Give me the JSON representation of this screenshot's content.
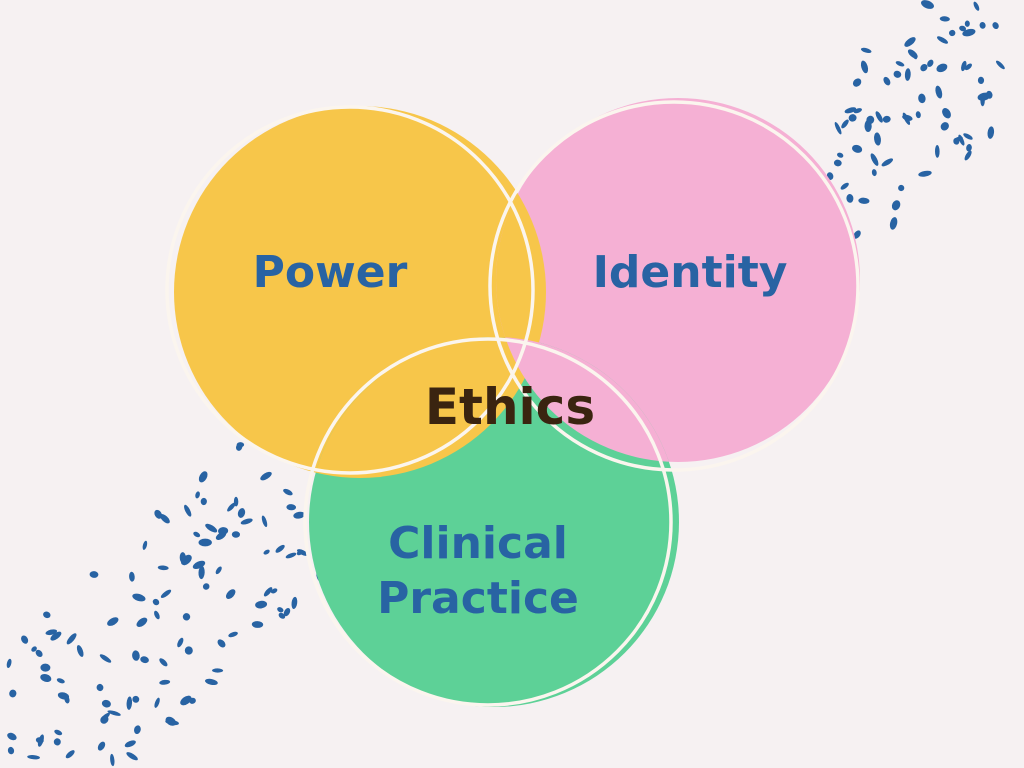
{
  "diagram": {
    "center_label": "Ethics",
    "circles": [
      {
        "id": "power",
        "label_lines": [
          "Power"
        ],
        "fill": "#f7c64a"
      },
      {
        "id": "identity",
        "label_lines": [
          "Identity"
        ],
        "fill": "#f5b0d4"
      },
      {
        "id": "clinical",
        "label_lines": [
          "Clinical",
          "Practice"
        ],
        "fill": "#5dd197"
      }
    ]
  },
  "colors": {
    "background": "#f6f1f2",
    "label_text": "#2863a3",
    "center_text": "#3a2410",
    "outline": "#fbf5ee",
    "dots": "#2863a3"
  }
}
